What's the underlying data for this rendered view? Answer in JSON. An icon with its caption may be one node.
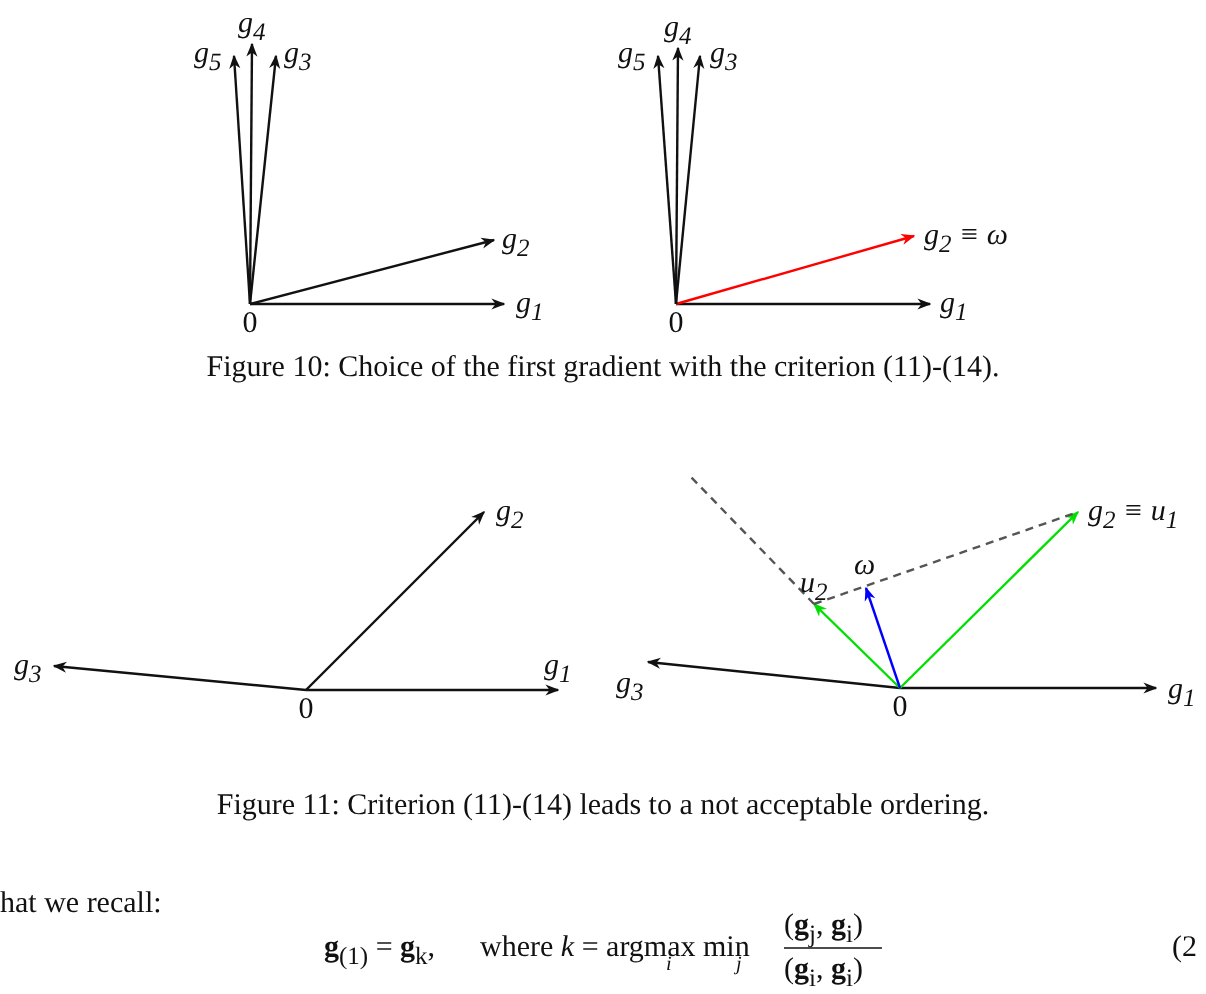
{
  "diagram": {
    "nodes": [
      {
        "text": [
          "0"
        ]
      },
      {
        "text": [
          "g$_{1}$"
        ]
      },
      {
        "text": [
          "g$_{2}$"
        ]
      },
      {
        "text": [
          "g$_{3}$"
        ]
      },
      {
        "text": [
          "g$_{4}$"
        ]
      },
      {
        "text": [
          "g$_{5}$"
        ]
      },
      {
        "text": [
          "0"
        ]
      },
      {
        "text": [
          "g$_{1}$"
        ]
      },
      {
        "text": [
          "g$_{2}$ ≡ ω"
        ]
      },
      {
        "text": [
          "g$_{3}$"
        ]
      },
      {
        "text": [
          "g$_{4}$"
        ]
      },
      {
        "text": [
          "g$_{5}$"
        ]
      },
      {
        "text": [
          "0"
        ]
      },
      {
        "text": [
          "g$_{1}$"
        ]
      },
      {
        "text": [
          "g$_{2}$"
        ]
      },
      {
        "text": [
          "g$_{3}$"
        ]
      },
      {
        "text": [
          "0"
        ]
      },
      {
        "text": [
          "g$_{1}$"
        ]
      },
      {
        "text": [
          "g$_{2}$ ≡ u$_{1}$"
        ]
      },
      {
        "text": [
          "g$_{3}$"
        ]
      },
      {
        "text": [
          "u$_{2}$"
        ]
      },
      {
        "text": [
          "ω"
        ]
      }
    ],
    "edges": [
      {
        "from": 0,
        "to": 1,
        "arrow": "to"
      },
      {
        "from": 0,
        "to": 2,
        "arrow": "to"
      },
      {
        "from": 0,
        "to": 3,
        "arrow": "to"
      },
      {
        "from": 0,
        "to": 4,
        "arrow": "to"
      },
      {
        "from": 0,
        "to": 5,
        "arrow": "to"
      },
      {
        "from": 6,
        "to": 7,
        "arrow": "to"
      },
      {
        "from": 6,
        "to": 8,
        "arrow": "to",
        "color": "#ff0000"
      },
      {
        "from": 6,
        "to": 9,
        "arrow": "to"
      },
      {
        "from": 6,
        "to": 10,
        "arrow": "to"
      },
      {
        "from": 6,
        "to": 11,
        "arrow": "to"
      },
      {
        "from": 12,
        "to": 13,
        "arrow": "to"
      },
      {
        "from": 12,
        "to": 14,
        "arrow": "to"
      },
      {
        "from": 12,
        "to": 15,
        "arrow": "to"
      },
      {
        "from": 16,
        "to": 17,
        "arrow": "to"
      },
      {
        "from": 16,
        "to": 18,
        "arrow": "to",
        "color": "#00e000"
      },
      {
        "from": 16,
        "to": 19,
        "arrow": "to"
      },
      {
        "from": 16,
        "to": 20,
        "arrow": "to",
        "color": "#00e000"
      },
      {
        "from": 16,
        "to": 21,
        "arrow": "to",
        "color": "#0000ff"
      },
      {
        "from": 20,
        "to": 18,
        "arrow": "none",
        "style": "dashed",
        "color": "#555555"
      },
      {
        "from": 20,
        "to": null,
        "arrow": "none",
        "style": "dashed",
        "color": "#555555"
      }
    ],
    "labels": [
      "Figure 10: Choice of the first gradient with the criterion (11)-(14).",
      "Figure 11: Criterion (11)-(14) leads to a not acceptable ordering.",
      "hat we recall:",
      "**g**$_{(1)}$ = **g**$_{k}$,",
      "where *k* = argmax min",
      "(**g**$_{j}$, **g**$_{i}$)",
      "i",
      "j",
      "(**g**$_{i}$, **g**$_{i}$)",
      "(2"
    ]
  }
}
